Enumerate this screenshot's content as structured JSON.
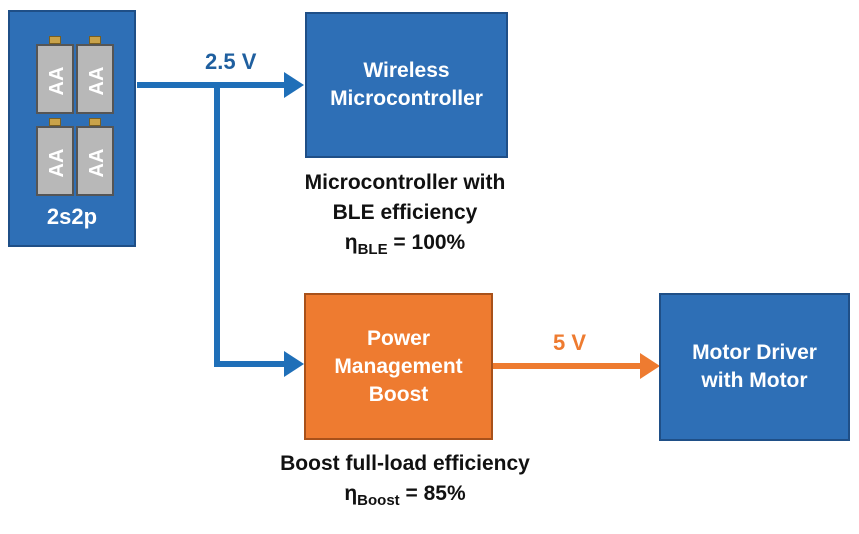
{
  "battery": {
    "label": "2s2p",
    "cells": [
      "AA",
      "AA",
      "AA",
      "AA"
    ]
  },
  "wireless": {
    "line1": "Wireless",
    "line2": "Microcontroller"
  },
  "power": {
    "line1": "Power",
    "line2": "Management",
    "line3": "Boost"
  },
  "motor": {
    "line1": "Motor Driver",
    "line2": "with Motor"
  },
  "voltages": {
    "v_batt": "2.5 V",
    "v_boost": "5 V"
  },
  "captions": {
    "ble_line1": "Microcontroller with",
    "ble_line2": "BLE efficiency",
    "ble_eta": "η",
    "ble_sub": "BLE",
    "ble_value": " = 100%",
    "boost_line1": "Boost full-load efficiency",
    "boost_eta": "η",
    "boost_sub": "Boost",
    "boost_value": " = 85%"
  },
  "colors": {
    "blue": "#2e6fb6",
    "orange": "#ee7b30"
  }
}
